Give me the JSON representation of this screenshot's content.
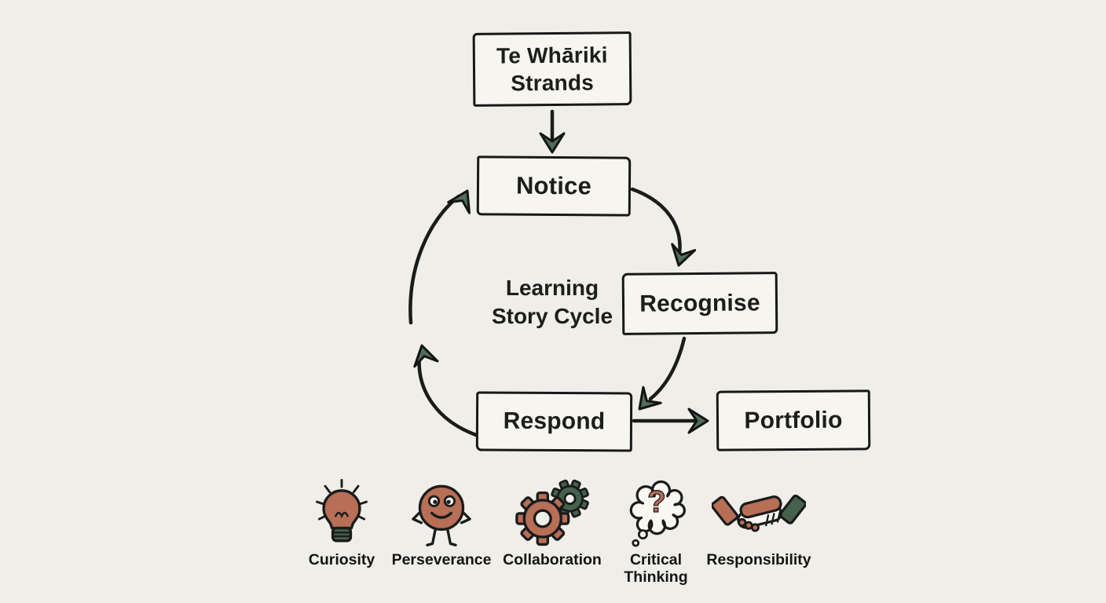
{
  "cycle": {
    "center_label": "Learning Story Cycle",
    "nodes": {
      "strands": "Te Whāriki Strands",
      "notice": "Notice",
      "recognise": "Recognise",
      "respond": "Respond",
      "portfolio": "Portfolio"
    }
  },
  "dispositions": {
    "items": [
      {
        "label": "Curiosity",
        "icon": "lightbulb-icon"
      },
      {
        "label": "Perseverance",
        "icon": "ball-character-icon"
      },
      {
        "label": "Collaboration",
        "icon": "gears-icon"
      },
      {
        "label": "Critical Thinking",
        "icon": "thought-bubble-question-icon"
      },
      {
        "label": "Responsibility",
        "icon": "handshake-icon"
      }
    ]
  },
  "colors": {
    "background": "#efeee8",
    "box_fill": "#f7f5ef",
    "ink": "#1b1b1b",
    "arrowhead_green": "#4f6e59",
    "icon_terracotta": "#b76f56",
    "icon_green": "#44624e",
    "icon_cream": "#faf8f2"
  }
}
